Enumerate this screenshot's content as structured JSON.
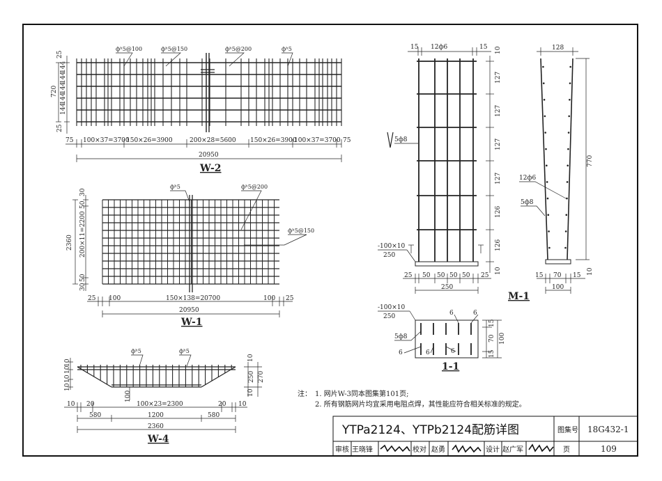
{
  "drawings": {
    "w2": {
      "title": "W-2",
      "rebar_labels": [
        "фʰ5@100",
        "фʰ5@150",
        "фʰ5@200",
        "фʰ5"
      ],
      "left_dims": [
        "25",
        "720",
        "144",
        "144",
        "144",
        "144",
        "144",
        "25"
      ],
      "bottom_dims": [
        "75",
        "100×37=3700",
        "150×26=3900",
        "200×28=5600",
        "150×26=3900",
        "100×37=3700",
        "75"
      ],
      "total": "20950"
    },
    "w1": {
      "title": "W-1",
      "rebar_labels": [
        "фʰ5",
        "фʰ5@200",
        "фʰ5@150"
      ],
      "left_dims": [
        "30",
        "50",
        "2360",
        "200×11=2200",
        "50",
        "30"
      ],
      "bottom_dims": [
        "25",
        "100",
        "150×138=20700",
        "100",
        "25"
      ],
      "total": "20950"
    },
    "w4": {
      "title": "W-4",
      "rebar_labels": [
        "фʰ5",
        "фʰ5"
      ],
      "left_dims": [
        "10",
        "10",
        "10",
        "10"
      ],
      "right_dims": [
        "10",
        "250",
        "270",
        "10"
      ],
      "inner_dim": "100",
      "bottom_dims": [
        "10",
        "20",
        "100×23=2300",
        "20",
        "10"
      ],
      "bottom_dims2": [
        "580",
        "1200",
        "580"
      ],
      "total": "2360"
    },
    "m1_front": {
      "top_dims": [
        "15",
        "12ф6",
        "15",
        "10"
      ],
      "right_dims": [
        "127",
        "127",
        "127",
        "127",
        "126",
        "126",
        "10"
      ],
      "bottom_dims": [
        "25",
        "50",
        "50",
        "50",
        "50",
        "25"
      ],
      "total": "250",
      "stirrup_label": "5ф8",
      "plate_label": "-100×10",
      "plate_sub": "250"
    },
    "m1_side": {
      "title": "M-1",
      "top_dim": "128",
      "height_dim": "770",
      "label_a": "12ф6",
      "label_b": "5ф8",
      "bottom_dims": [
        "15",
        "70",
        "15"
      ],
      "total": "100",
      "right_small": "10"
    },
    "section11": {
      "title": "1-1",
      "plate_label": "-100×10",
      "plate_sub": "250",
      "labels": [
        "6",
        "6",
        "5ф8",
        "6",
        "6",
        "6"
      ],
      "right_dims": [
        "15",
        "70",
        "15"
      ],
      "total": "100"
    }
  },
  "notes": {
    "prefix": "注：",
    "items": [
      "1. 网片W-3同本图集第101页;",
      "2. 所有钢筋网片均宜采用电阻点焊，其性能应符合相关标准的规定。"
    ]
  },
  "title_block": {
    "drawing_title": "YTPa2124、YTPb2124配筋详图",
    "atlas_label": "图集号",
    "atlas_no": "18G432-1",
    "review_label": "审核",
    "reviewer": "王晓锋",
    "check_label": "校对",
    "checker": "赵勇",
    "design_label": "设计",
    "designer": "赵广军",
    "page_label": "页",
    "page_no": "109"
  }
}
